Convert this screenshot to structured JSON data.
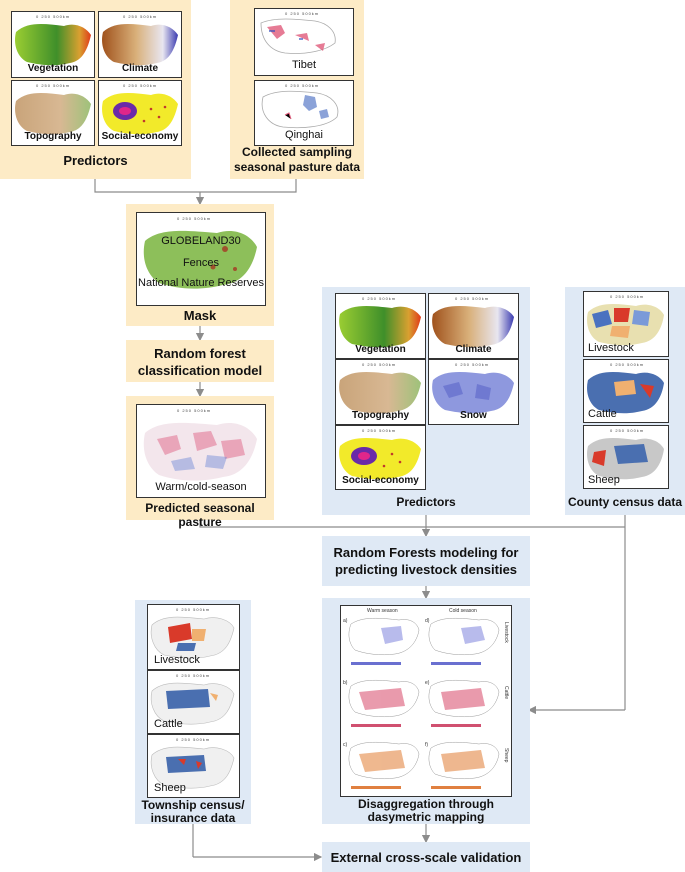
{
  "top_predictors": {
    "title": "Predictors",
    "maps": [
      "Vegetation",
      "Climate",
      "Topography",
      "Social-economy"
    ]
  },
  "sampling": {
    "title_line1": "Collected sampling",
    "title_line2": "seasonal pasture data",
    "maps": [
      "Tibet",
      "Qinghai"
    ]
  },
  "mask": {
    "title": "Mask",
    "layers": [
      "GLOBELAND30",
      "Fences",
      "National Nature Reserves"
    ]
  },
  "rf_classification": {
    "line1": "Random forest",
    "line2": "classification model"
  },
  "predicted_pasture": {
    "title": "Predicted seasonal pasture",
    "map_label": "Warm/cold-season"
  },
  "mid_predictors": {
    "title": "Predictors",
    "maps": [
      "Vegetation",
      "Climate",
      "Topography",
      "Snow",
      "Social-economy"
    ]
  },
  "county_census": {
    "title": "County census data",
    "maps": [
      "Livestock",
      "Cattle",
      "Sheep"
    ]
  },
  "rf_livestock": {
    "line1": "Random Forests modeling for",
    "line2": "predicting livestock densities"
  },
  "township": {
    "title_line1": "Township  census/",
    "title_line2": "insurance data",
    "maps": [
      "Livestock",
      "Cattle",
      "Sheep"
    ]
  },
  "disaggregation": {
    "title_line1": "Disaggregation through",
    "title_line2": "dasymetric mapping",
    "col_titles": [
      "Warm season",
      "Cold season"
    ],
    "panel_labels": [
      "a)",
      "d)",
      "b)",
      "e)",
      "c)",
      "f)"
    ],
    "row_labels": [
      "Livestock",
      "Cattle",
      "Sheep"
    ]
  },
  "validation": {
    "title": "External cross-scale validation"
  },
  "scale_text": "0 250 500km",
  "colors": {
    "tan_panel": "#fdebc6",
    "blue_panel": "#dfe9f5",
    "arrow": "#8c8c8c"
  }
}
